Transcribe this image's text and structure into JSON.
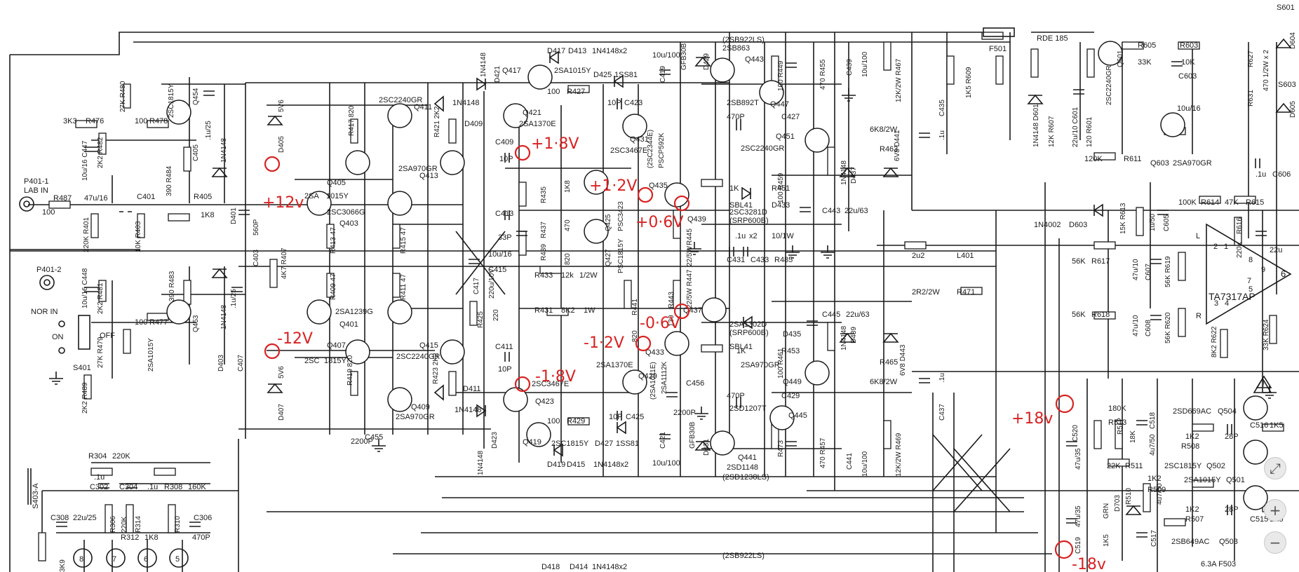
{
  "schematic": {
    "title_label": "RDE 185",
    "fuse_top": "F501",
    "fuse_bottom": "6.3A F503",
    "ic_label": "TA7317AP",
    "input_labels": [
      "P401-1",
      "LAB IN",
      "P401-2",
      "NOR IN",
      "S401",
      "ON",
      "OFF"
    ],
    "switch_label": "S403-A",
    "transistors": [
      "Q405",
      "Q403",
      "Q401",
      "Q407",
      "Q411",
      "Q413",
      "Q415",
      "Q409",
      "Q417",
      "Q421",
      "Q423",
      "Q419",
      "Q425",
      "Q427",
      "Q429",
      "Q431",
      "Q433",
      "Q435",
      "Q437",
      "Q439",
      "Q441",
      "Q443",
      "Q445",
      "Q447",
      "Q449",
      "Q451",
      "Q453",
      "Q454",
      "Q502",
      "Q503",
      "Q504",
      "Q601",
      "Q603"
    ],
    "parts": [
      "R476 3K3",
      "C447 10u/16",
      "R482 2K2",
      "R480 27K",
      "R478 100",
      "R484 390",
      "2SC1815Y",
      "C405 .1u/25",
      "1N4148",
      "D401",
      "R405 1K8",
      "C401 47u/16",
      "R401 220K",
      "R403 10K",
      "R487 100",
      "C448 10u/16",
      "R481 2K2",
      "R479 27K",
      "R477 100",
      "R483 390",
      "2SA1015Y",
      "D403",
      "C407 .1u/25",
      "R489 2K2",
      "D405 5V6",
      "D407 5V6",
      "R407 4K7",
      "C403 560P",
      "R417 820",
      "R413 47",
      "R415 47",
      "R409 47",
      "R411 47",
      "R419 820",
      "R421 2K2",
      "R423 2K2",
      "C455 2200P",
      "2SA1015Y",
      "2SC3066G",
      "2SA1239G",
      "2SC2240GR",
      "2SA970GR",
      "1N4148",
      "D409",
      "D411",
      "C409 10P",
      "C411 10P",
      "C413 33P",
      "C415 10u/16",
      "R435 1K8",
      "R437 470",
      "R439 820",
      "C417 220u/10V",
      "R425 220",
      "R433 12k 1/2W",
      "R431 8K2 1W",
      "D413",
      "D417",
      "D421",
      "D423",
      "D419",
      "D415",
      "D418",
      "D414",
      "1N4148x2",
      "R427 100",
      "R429 100",
      "D425 1SS81",
      "D427 1SS81",
      "C423 10P",
      "C425 10P",
      "C419 10u/100",
      "C421 10u/100",
      "D429 GF830B",
      "D431 GF830B",
      "2SC3467E",
      "2SC1815Y",
      "2SA1370E",
      "R441 820",
      "R443 130",
      "R445 22/5W",
      "R447 22/5W",
      "C456 2200P",
      "2SC2344E",
      "PSCP592K",
      "2SA1011E",
      "2SA1112K",
      "2SB922LS",
      "2SB863",
      "2SB892T",
      "2SD1238LS",
      "2SD1148",
      "2SD1207T",
      "2SC2240GR",
      "2SA970GR",
      "SRP600B",
      "2SC3281D",
      "2SA1302D",
      "R449 100",
      "R451 1K",
      "R453 1K",
      "R455 470",
      "R457 470",
      "R459 100",
      "R461 100",
      "C427 470P",
      "C429 470P",
      "C431 .1u",
      "C433 .1u",
      "R485 10/1W",
      "C439 10u/100",
      "C441 10u/100",
      "C443 22u/63",
      "C445 22u/63",
      "D433 SBL41",
      "D435 SBL41",
      "D437 1N4148",
      "D439 1N4148",
      "D441 6V8",
      "D443 6V8",
      "R463 6K8/2W",
      "R465 6K8/2W",
      "R467 12K/2W",
      "R469 12K/2W",
      "C435 .1u",
      "C437 .1u",
      "L401 2u2",
      "R471 2R2/2W",
      "R609 1K5",
      "R605 33K",
      "R603 10K",
      "R607 12K",
      "C601 22u/10",
      "R601 120K",
      "R611 120K",
      "C603 10u/16",
      "2SC2240GR",
      "2SA970GR",
      "D601 1N4148",
      "D603 1N4002",
      "R613 15K",
      "C605 1u/50",
      "R614 100K",
      "R615 47K",
      "C606 .1u",
      "R616 220K",
      "C607 47u/10",
      "C608 47u/10",
      "R617 56K",
      "R618 56K",
      "R619 56K",
      "R620 56K",
      "R622 8K2",
      "R624 33K",
      "R627 470 1/2W x 2",
      "R631",
      "S601",
      "S603",
      "D604",
      "D605",
      "R512 18K",
      "R513 180K",
      "C518 4u7/50",
      "C520 47u/35",
      "C519 47u/35",
      "R511 22K",
      "C516 22P",
      "C515 22P",
      "R508 1K2",
      "R507 1K2",
      "R509 1K2",
      "R510 1K5",
      "D703 GRN",
      "2SD669AC",
      "2SB649AC",
      "C517 4u7/50",
      "R304 220K",
      "C302 .1u",
      "C304 .1u",
      "R308 160K",
      "C308 22u/25",
      "R306 220K",
      "R310 1K",
      "R312 1K8",
      "R314 1K5",
      "C306 470P",
      "R302 3K9"
    ]
  },
  "annotations": [
    {
      "text": "+12v"
    },
    {
      "text": "-12V"
    },
    {
      "text": "+1·8V"
    },
    {
      "text": "-1·8V"
    },
    {
      "text": "+1·2V"
    },
    {
      "text": "-1·2V"
    },
    {
      "text": "+0·6V"
    },
    {
      "text": "-0·6V"
    },
    {
      "text": "+18v"
    },
    {
      "text": "-18v"
    }
  ],
  "viewer": {
    "zoom_in_icon": "plus-icon",
    "zoom_out_icon": "minus-icon",
    "fit_icon": "fit-icon"
  },
  "colors": {
    "annotation": "#d92222",
    "ink": "#1a1a1a",
    "paper": "#ffffff"
  }
}
